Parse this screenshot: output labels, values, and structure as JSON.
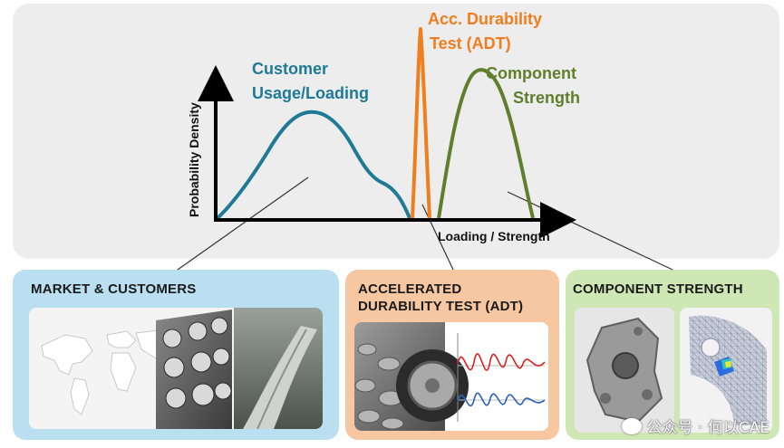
{
  "chart_data": {
    "type": "area",
    "xlabel": "Loading / Strength",
    "ylabel": "Probability Density",
    "series": [
      {
        "name": "Customer\nUsage/Loading",
        "color": "#1f7a96"
      },
      {
        "name": "Acc. Durability\nTest (ADT)",
        "color": "#f07d1e"
      },
      {
        "name": "Component\nStrength",
        "color": "#5e7f2c"
      }
    ]
  },
  "panels": {
    "market": {
      "title": "MARKET & CUSTOMERS",
      "color": "#b9dff1"
    },
    "adt": {
      "title": "ACCELERATED\nDURABILITY TEST (ADT)",
      "color": "#f7c7a2"
    },
    "component": {
      "title": "COMPONENT STRENGTH",
      "color": "#cfe7b5"
    }
  },
  "watermark": "公众号 · 何以CAE"
}
